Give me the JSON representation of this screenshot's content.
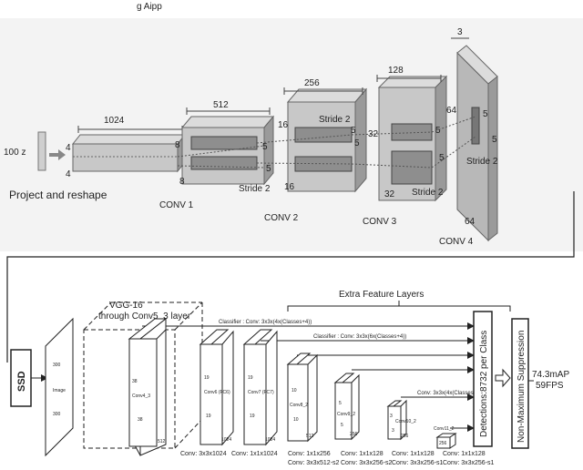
{
  "caption": "g Aipp",
  "dcgan": {
    "input_label": "100 z",
    "project_label": "Project and reshape",
    "dims": {
      "b1_w": "1024",
      "b1_side": "4",
      "b1_h": "4",
      "b2_w": "512",
      "b2_a": "8",
      "b2_b": "8",
      "b2_c": "5",
      "b2_d": "5",
      "b2_stride": "Stride 2",
      "b3_w": "256",
      "b3_a": "16",
      "b3_b": "16",
      "b3_c": "5",
      "b3_d": "5",
      "b3_stride": "Stride 2",
      "b4_w": "128",
      "b4_a": "32",
      "b4_b": "32",
      "b4_c": "5",
      "b4_d": "5",
      "b4_stride": "Stride 2",
      "b5_w": "3",
      "b5_a": "64",
      "b5_b": "64",
      "b5_c": "5",
      "b5_d": "5",
      "b5_stride": "Stride 2"
    },
    "conv_labels": [
      "CONV 1",
      "CONV 2",
      "CONV 3",
      "CONV 4"
    ]
  },
  "ssd": {
    "ssd_label": "SSD",
    "image_label": "Image",
    "image_dim_a": "300",
    "image_dim_b": "300",
    "vgg_title": "VGG-16",
    "vgg_sub": "through Conv5_3 layer",
    "extra_title": "Extra Feature Layers",
    "classifier_1": "Classifier : Conv: 3x3x(4x(Classes+4))",
    "classifier_2": "Classifier : Conv: 3x3x(6x(Classes+4))",
    "classifier_3": "Conv: 3x3x(4x(Classes+4))",
    "detections": "Detections:8732 per Class",
    "nms": "Non-Maximum Suppression",
    "result_map": "74.3mAP",
    "result_fps": "59FPS",
    "layers": [
      {
        "name": "Conv4_3",
        "d1": "38",
        "d2": "38",
        "d3": "512"
      },
      {
        "name": "Conv6\n(FC6)",
        "d1": "19",
        "d2": "19",
        "d3": "1024"
      },
      {
        "name": "Conv7\n(FC7)",
        "d1": "19",
        "d2": "19",
        "d3": "1024"
      },
      {
        "name": "Conv8_2",
        "d1": "10",
        "d2": "10",
        "d3": "512"
      },
      {
        "name": "Conv9_2",
        "d1": "5",
        "d2": "5",
        "d3": "256"
      },
      {
        "name": "Conv10_2",
        "d1": "3",
        "d2": "3",
        "d3": "256"
      },
      {
        "name": "Conv11_2",
        "d1": "",
        "d2": "",
        "d3": "256"
      }
    ],
    "conv_specs": [
      {
        "l1": "Conv: 3x3x1024",
        "l2": ""
      },
      {
        "l1": "Conv: 1x1x1024",
        "l2": ""
      },
      {
        "l1": "Conv: 1x1x256",
        "l2": "Conv: 3x3x512-s2"
      },
      {
        "l1": "Conv: 1x1x128",
        "l2": "Conv: 3x3x256-s2"
      },
      {
        "l1": "Conv: 1x1x128",
        "l2": "Conv: 3x3x256-s1"
      },
      {
        "l1": "Conv: 1x1x128",
        "l2": "Conv: 3x3x256-s1"
      }
    ]
  }
}
